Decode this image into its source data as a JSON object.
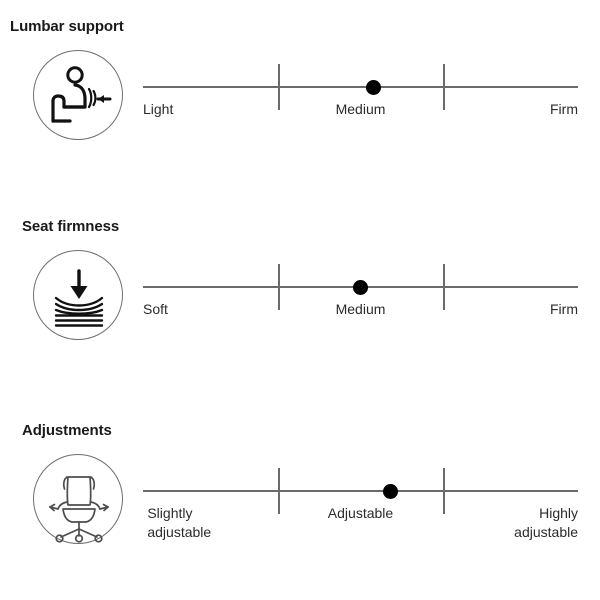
{
  "chart_data": {
    "type": "scatter",
    "title": "",
    "subtitle": "",
    "xlabel": "",
    "ylabel": "",
    "layout": "three stacked horizontal rating scales, each with an icon medallion at left",
    "axis_range": [
      0,
      100
    ],
    "grid": false,
    "legend": null,
    "scales": [
      {
        "name": "Lumbar support",
        "icon": "seated-person-lumbar-arrow-icon",
        "tick_labels": [
          "Light",
          "Medium",
          "Firm"
        ],
        "tick_positions_pct": [
          0,
          50,
          100
        ],
        "gridline_positions_pct": [
          31,
          69
        ],
        "value_pct": 53,
        "value_label": "Medium"
      },
      {
        "name": "Seat firmness",
        "icon": "down-arrow-cushion-icon",
        "tick_labels": [
          "Soft",
          "Medium",
          "Firm"
        ],
        "tick_positions_pct": [
          0,
          50,
          100
        ],
        "gridline_positions_pct": [
          31,
          69
        ],
        "value_pct": 50,
        "value_label": "Medium"
      },
      {
        "name": "Adjustments",
        "icon": "office-chair-arrows-icon",
        "tick_labels": [
          "Slightly\nadjustable",
          "Adjustable",
          "Highly\nadjustable"
        ],
        "tick_positions_pct": [
          0,
          50,
          100
        ],
        "gridline_positions_pct": [
          31,
          69
        ],
        "value_pct": 57,
        "value_label": "Adjustable"
      }
    ]
  },
  "sections": [
    {
      "title": "Lumbar support",
      "icon_name": "seated-person-lumbar-arrow-icon",
      "labels": {
        "low": "Light",
        "mid": "Medium",
        "high": "Firm"
      },
      "marker_pct": 53,
      "tick1_pct": 31,
      "tick2_pct": 69
    },
    {
      "title": "Seat firmness",
      "icon_name": "down-arrow-cushion-icon",
      "labels": {
        "low": "Soft",
        "mid": "Medium",
        "high": "Firm"
      },
      "marker_pct": 50,
      "tick1_pct": 31,
      "tick2_pct": 69
    },
    {
      "title": "Adjustments",
      "icon_name": "office-chair-arrows-icon",
      "labels": {
        "low": "Slightly\nadjustable",
        "mid": "Adjustable",
        "high": "Highly\nadjustable"
      },
      "marker_pct": 57,
      "tick1_pct": 31,
      "tick2_pct": 69
    }
  ],
  "colors": {
    "axis": "#6a6a6a",
    "marker": "#000000",
    "text": "#231f20",
    "icon_outline": "#4d4d4d",
    "background": "#ffffff"
  }
}
